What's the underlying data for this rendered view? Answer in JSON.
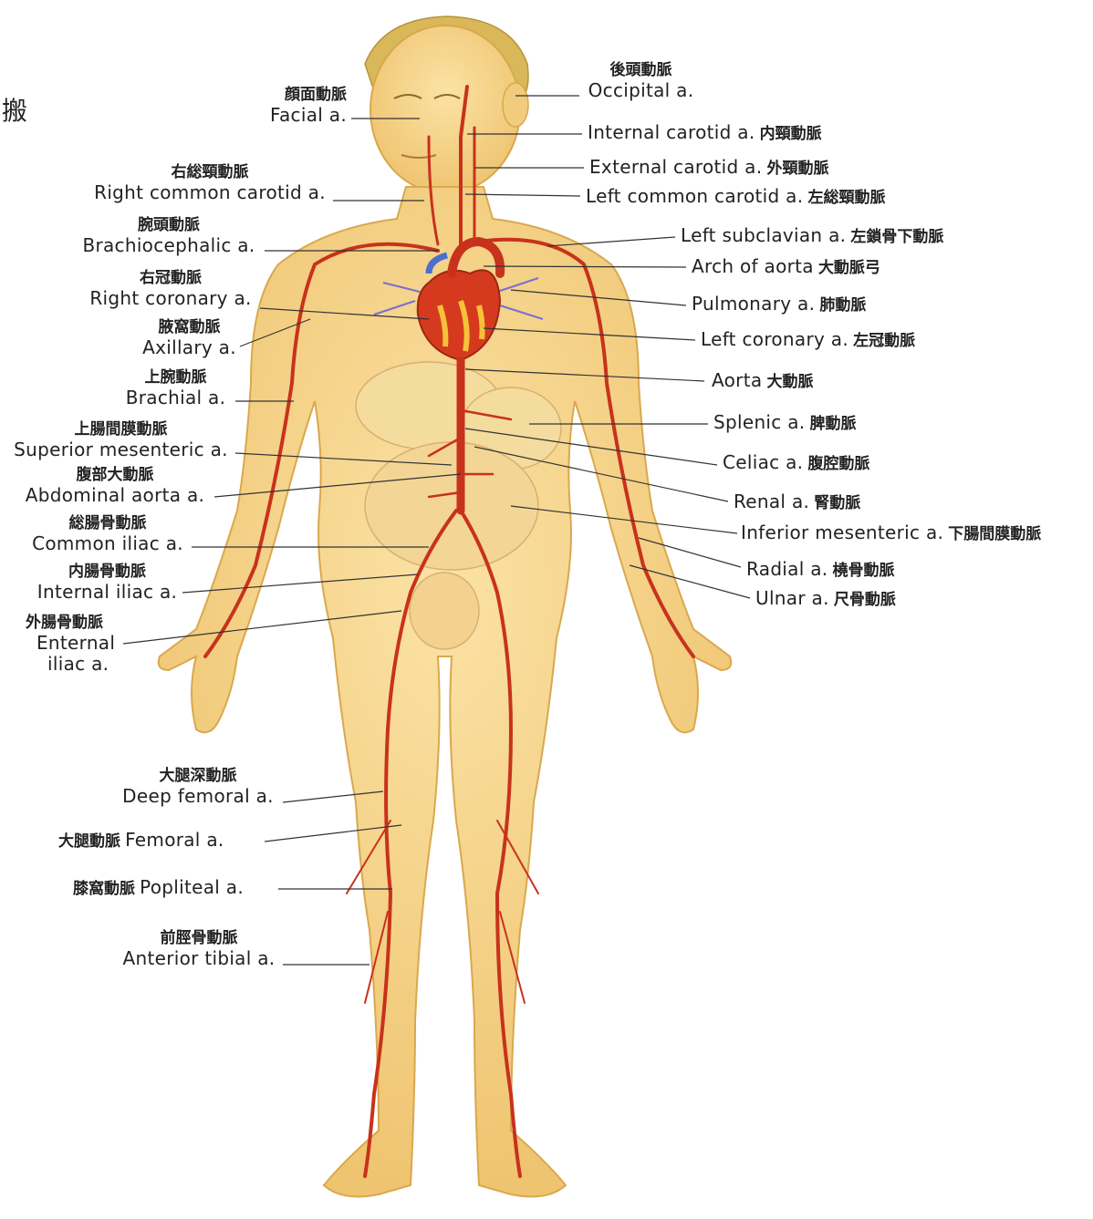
{
  "corner_char": "搬",
  "left_labels": [
    {
      "ja": "顔面動脈",
      "en": "Facial a."
    },
    {
      "ja": "右総頸動脈",
      "en": "Right common carotid a."
    },
    {
      "ja": "腕頭動脈",
      "en": "Brachiocephalic a."
    },
    {
      "ja": "右冠動脈",
      "en": "Right coronary a."
    },
    {
      "ja": "腋窩動脈",
      "en": "Axillary a."
    },
    {
      "ja": "上腕動脈",
      "en": "Brachial a."
    },
    {
      "ja": "上腸間膜動脈",
      "en": "Superior mesenteric a."
    },
    {
      "ja": "腹部大動脈",
      "en": "Abdominal aorta a."
    },
    {
      "ja": "総腸骨動脈",
      "en": "Common iliac a."
    },
    {
      "ja": "内腸骨動脈",
      "en": "Internal iliac a."
    },
    {
      "ja": "外腸骨動脈",
      "en": "Enternal",
      "en2": "iliac a."
    },
    {
      "ja": "大腿深動脈",
      "en": "Deep femoral a."
    },
    {
      "ja": "大腿動脈",
      "en": "Femoral a."
    },
    {
      "ja": "膝窩動脈",
      "en": "Popliteal a."
    },
    {
      "ja": "前脛骨動脈",
      "en": "Anterior tibial a."
    }
  ],
  "right_labels": [
    {
      "ja": "後頭動脈",
      "en": "Occipital a."
    },
    {
      "en": "Internal carotid a.",
      "ja": "内頸動脈"
    },
    {
      "en": "External carotid a.",
      "ja": "外頸動脈"
    },
    {
      "en": "Left common carotid a.",
      "ja": "左総頸動脈"
    },
    {
      "en": "Left subclavian a.",
      "ja": "左鎖骨下動脈"
    },
    {
      "en": "Arch of aorta",
      "ja": "大動脈弓"
    },
    {
      "en": "Pulmonary a.",
      "ja": "肺動脈"
    },
    {
      "en": "Left coronary a.",
      "ja": "左冠動脈"
    },
    {
      "en": "Aorta",
      "ja": "大動脈"
    },
    {
      "en": "Splenic a.",
      "ja": "脾動脈"
    },
    {
      "en": "Celiac a.",
      "ja": "腹腔動脈"
    },
    {
      "en": "Renal a.",
      "ja": "腎動脈"
    },
    {
      "en": "Inferior mesenteric a.",
      "ja": "下腸間膜動脈"
    },
    {
      "en": "Radial a.",
      "ja": "橈骨動脈"
    },
    {
      "en": "Ulnar a.",
      "ja": "尺骨動脈"
    }
  ],
  "colors": {
    "skin": "#f6d68a",
    "skin_edge": "#d9a84e",
    "artery": "#c8321c",
    "heart": "#d63a1e",
    "vein": "#7b6fd1",
    "hair": "#d9b85a",
    "line": "#333333"
  }
}
